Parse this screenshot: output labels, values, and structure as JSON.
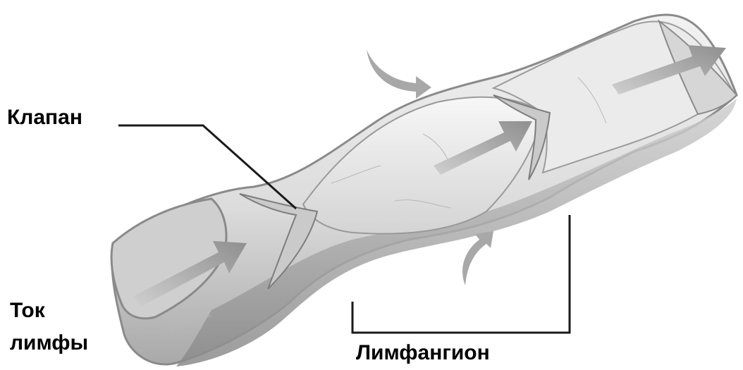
{
  "labels": {
    "valve": "Клапан",
    "flow_line1": "Ток",
    "flow_line2": "лимфы",
    "lymphangion": "Лимфангион"
  },
  "colors": {
    "tube_light": "#e9e9e9",
    "tube_mid": "#c4c4c4",
    "tube_dark": "#8e8e8e",
    "arrow": "#9b9b9b",
    "leader": "#1a1a1a"
  }
}
